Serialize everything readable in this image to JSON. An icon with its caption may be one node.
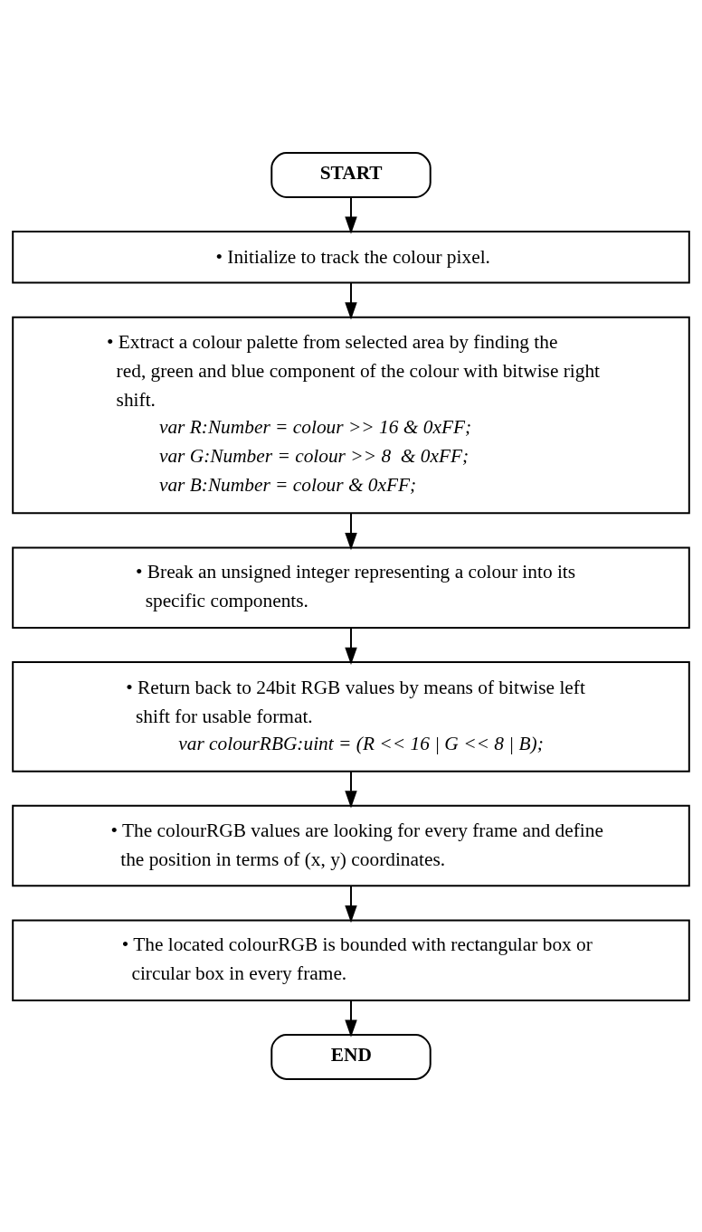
{
  "diagram": {
    "nodes": [
      {
        "text": [
          "START"
        ]
      },
      {
        "text": [
          "• Initialize to track the colour pixel."
        ]
      },
      {
        "text": [
          "• Extract a colour palette from selected area by finding the red, green and blue component of the colour with bitwise right shift.",
          "var R:Number = colour >> 16 & 0xFF;",
          "var G:Number = colour >> 8  & 0xFF;",
          "var B:Number = colour & 0xFF;"
        ]
      },
      {
        "text": [
          "• Break an unsigned integer representing a colour into its specific components."
        ]
      },
      {
        "text": [
          "• Return back to 24bit RGB values by means of bitwise left shift for usable format.",
          "var colourRBG:uint = (R << 16 | G << 8 | B);"
        ]
      },
      {
        "text": [
          "• The colourRGB values are looking for every frame and define the position in terms of (x, y) coordinates."
        ]
      },
      {
        "text": [
          "• The located colourRGB is bounded with rectangular box or circular box in every frame."
        ]
      },
      {
        "text": [
          "END"
        ]
      }
    ],
    "edges": [
      {
        "from": 0,
        "to": 1,
        "arrow": "to"
      },
      {
        "from": 1,
        "to": 2,
        "arrow": "to"
      },
      {
        "from": 2,
        "to": 3,
        "arrow": "to"
      },
      {
        "from": 3,
        "to": 4,
        "arrow": "to"
      },
      {
        "from": 4,
        "to": 5,
        "arrow": "to"
      },
      {
        "from": 5,
        "to": 6,
        "arrow": "to"
      },
      {
        "from": 6,
        "to": 7,
        "arrow": "to"
      }
    ]
  }
}
